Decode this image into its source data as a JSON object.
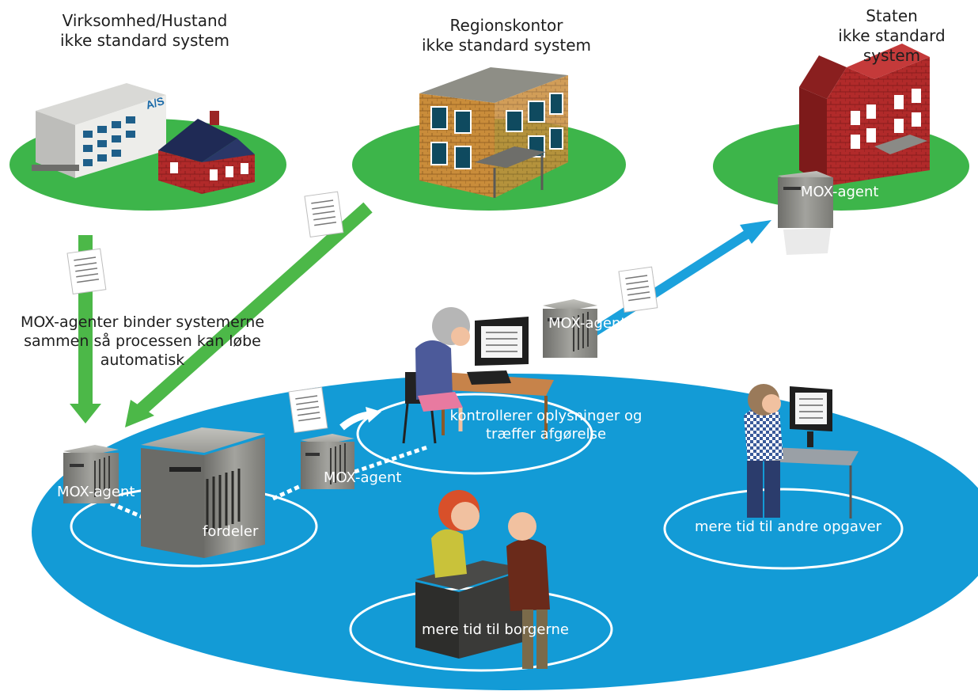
{
  "locations": {
    "company": {
      "line1": "Virksomhed/Hustand",
      "line2": "ikke standard system",
      "sign": "A/S"
    },
    "region": {
      "line1": "Regionskontor",
      "line2": "ikke standard system"
    },
    "state": {
      "line1": "Staten",
      "line2": "ikke standard system"
    }
  },
  "agents": {
    "state_agent": "MOX-agent",
    "middle_agent": "MOX-agent",
    "center_agent": "MOX-agent",
    "left_agent": "MOX-agent"
  },
  "caption": {
    "line1": "MOX-agenter binder systemerne",
    "line2": "sammen så processen kan løbe",
    "line3": "automatisk"
  },
  "distributor": "fordeler",
  "stations": {
    "control": {
      "line1": "kontrollerer oplysninger og",
      "line2": "træffer afgørelse"
    },
    "other_tasks": "mere tid til andre opgaver",
    "citizens": "mere tid til borgerne"
  },
  "colors": {
    "platform": "#139bd6",
    "grass": "#3db54a",
    "green_arrow": "#4cb848",
    "blue_arrow": "#1ba1dc",
    "server": "#8c8c88",
    "brick": "#b12a2a",
    "yellow_brick": "#c98c3a"
  },
  "icons": [
    "document-icon",
    "server-icon",
    "building-icon",
    "person-icon",
    "computer-icon"
  ]
}
